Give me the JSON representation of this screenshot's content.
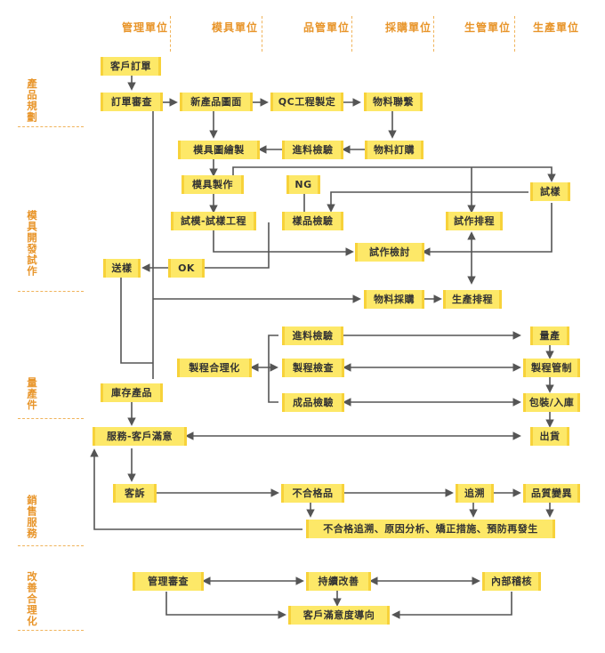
{
  "departments": {
    "management": "管理單位",
    "mold": "模具單位",
    "quality": "品管單位",
    "purchasing": "採購單位",
    "production_mgmt": "生管單位",
    "production": "生產單位"
  },
  "phases": {
    "planning": "產品規劃",
    "mold_dev": "模具開發試作",
    "mass_production": "量產件",
    "sales_service": "銷售服務",
    "improvement": "改善合理化"
  },
  "nodes": {
    "customer_order": "客戶訂單",
    "order_review": "訂單審查",
    "new_product_drawing": "新產品圖面",
    "qc_process": "QC工程製定",
    "material_liaison": "物料聯繫",
    "mold_drawing": "模具圖繪製",
    "incoming_inspection_1": "進料檢驗",
    "material_order": "物料訂購",
    "mold_making": "模具製作",
    "ng": "NG",
    "trial_sample": "試樣",
    "trial_mold": "試模-試樣工程",
    "sample_inspection": "樣品檢驗",
    "trial_schedule": "試作排程",
    "trial_review": "試作檢討",
    "send_sample": "送樣",
    "ok": "OK",
    "material_purchase": "物料採購",
    "production_schedule": "生產排程",
    "incoming_inspection_2": "進料檢驗",
    "mass_produce": "量產",
    "process_rationalization": "製程合理化",
    "process_inspection": "製程檢查",
    "process_control": "製程管制",
    "inventory": "庫存產品",
    "finished_inspection": "成品檢驗",
    "packing": "包裝/入庫",
    "service": "服務-客戶滿意",
    "shipment": "出貨",
    "complaint": "客訴",
    "nonconforming": "不合格品",
    "trace": "追溯",
    "quality_change": "品質變異",
    "corrective": "不合格追溯、原因分析、矯正措施、預防再發生",
    "mgmt_review": "管理審查",
    "continuous_improvement": "持續改善",
    "internal_audit": "內部稽核",
    "customer_satisfaction": "客戶滿意度導向"
  },
  "colors": {
    "accent": "#e8952a",
    "box_fill": "#fde868",
    "box_edge": "#f7d23a",
    "line": "#555555"
  }
}
